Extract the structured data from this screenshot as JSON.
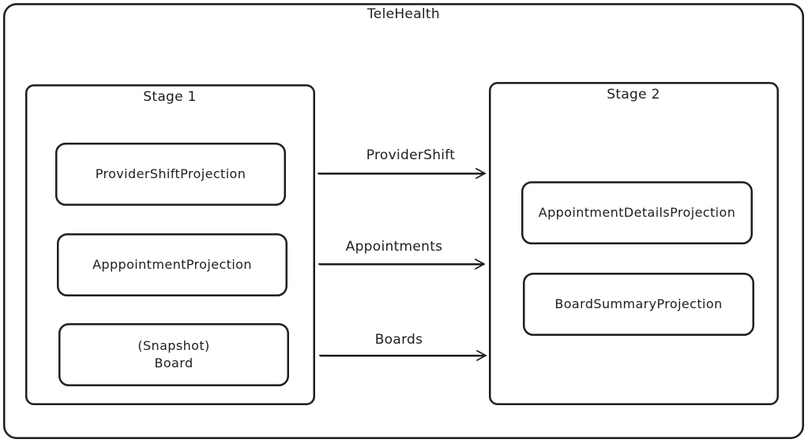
{
  "diagram": {
    "container_title": "TeleHealth",
    "stages": [
      {
        "title": "Stage 1",
        "items": [
          {
            "lines": [
              "ProviderShiftProjection"
            ]
          },
          {
            "lines": [
              "ApppointmentProjection"
            ]
          },
          {
            "lines": [
              "(Snapshot)",
              "Board"
            ]
          }
        ]
      },
      {
        "title": "Stage 2",
        "items": [
          {
            "lines": [
              "AppointmentDetailsProjection"
            ]
          },
          {
            "lines": [
              "BoardSummaryProjection"
            ]
          }
        ]
      }
    ],
    "flows": [
      {
        "label": "ProviderShift"
      },
      {
        "label": "Appointments"
      },
      {
        "label": "Boards"
      }
    ]
  }
}
